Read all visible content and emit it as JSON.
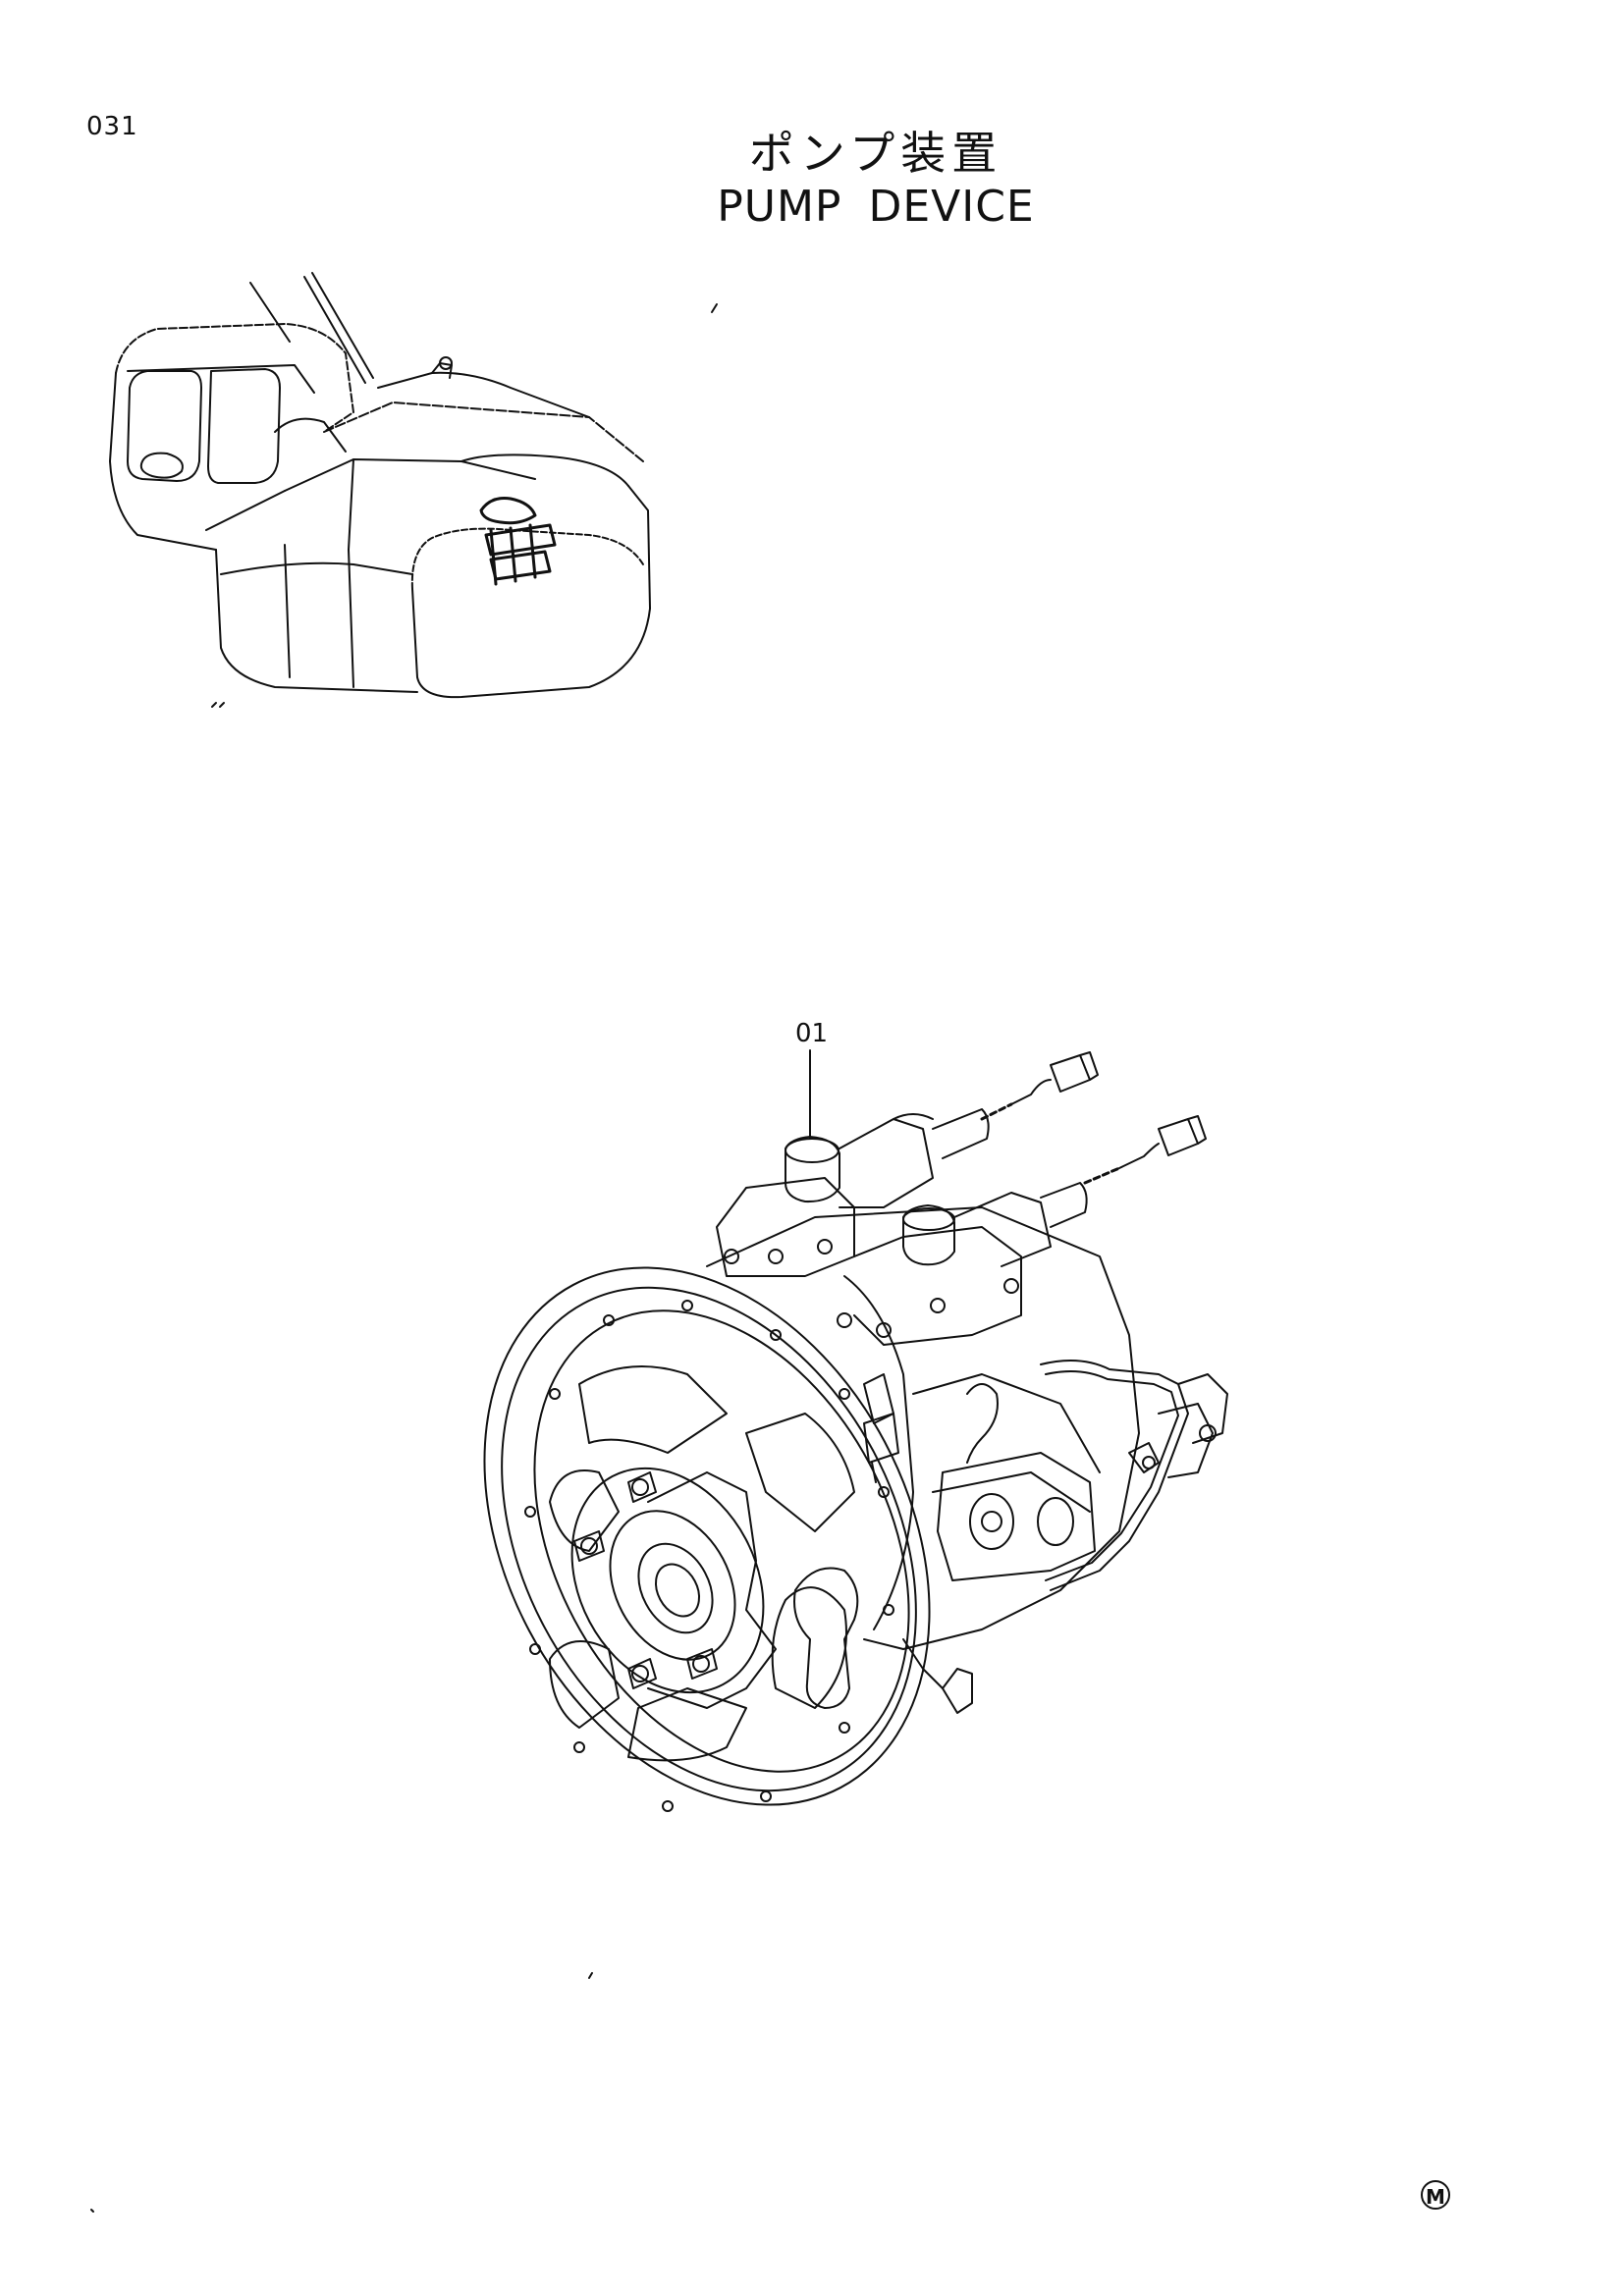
{
  "page": {
    "number": "031",
    "title_ja": "ポンプ装置",
    "title_en": "PUMP DEVICE"
  },
  "callouts": [
    {
      "label": "01"
    }
  ],
  "mark": {
    "symbol": "M"
  },
  "colors": {
    "line": "#111111",
    "background": "#ffffff"
  }
}
